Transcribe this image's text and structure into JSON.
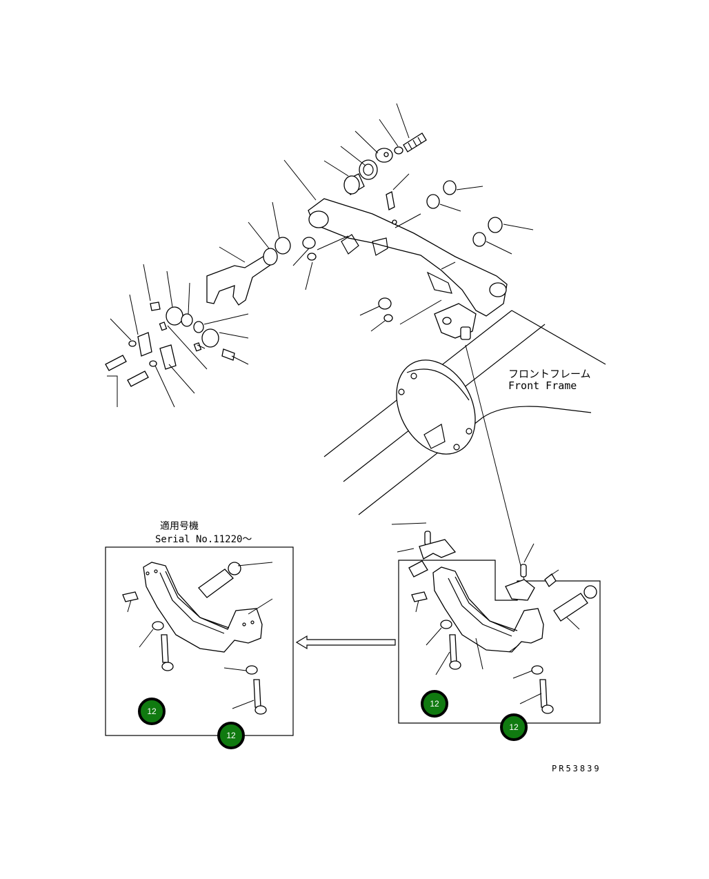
{
  "labels": {
    "front_frame_jp": "フロントフレーム",
    "front_frame_en": "Front Frame",
    "applicable_jp": "適用号機",
    "serial": "Serial No.11220～",
    "drawing_no": "PR53839"
  },
  "callouts": [
    {
      "id": "callout-left-1",
      "label": "12"
    },
    {
      "id": "callout-left-2",
      "label": "12"
    },
    {
      "id": "callout-right-1",
      "label": "12"
    },
    {
      "id": "callout-right-2",
      "label": "12"
    }
  ],
  "colors": {
    "callout_fill": "#107a10",
    "line": "#000000",
    "background": "#ffffff"
  }
}
